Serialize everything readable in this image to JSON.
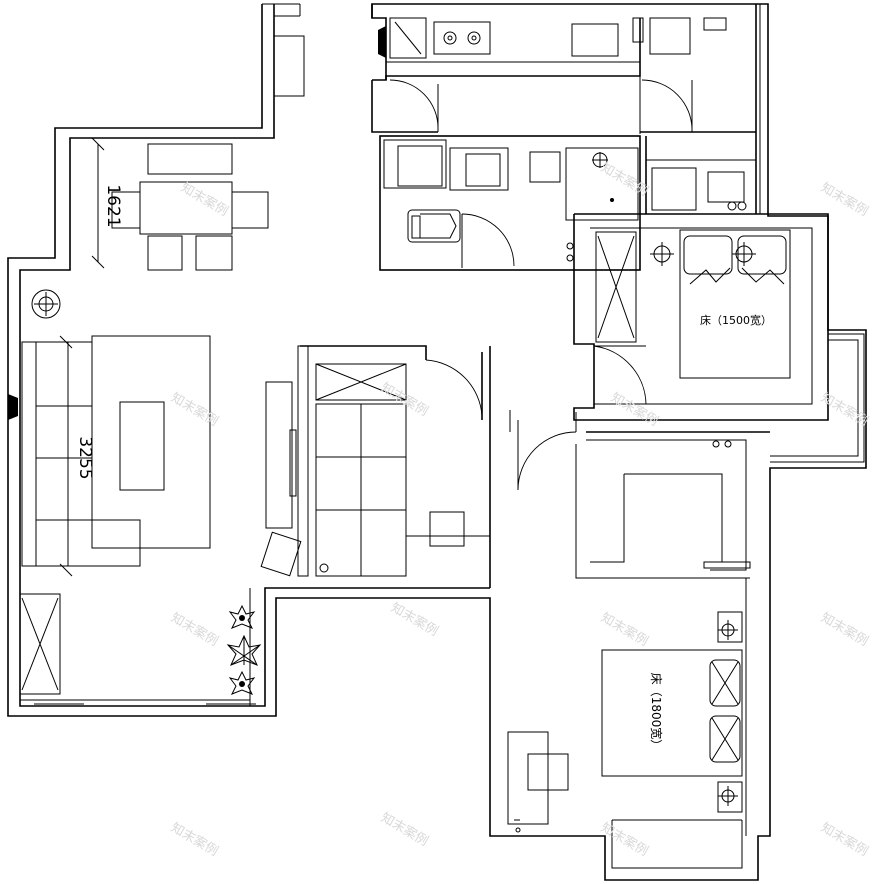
{
  "labels": {
    "master_bed": "床（1800宽）",
    "second_bed": "床（1500宽）",
    "dim_sofa": "3255",
    "dim_dining": "1621",
    "watermark": "知末案例"
  },
  "icons": {
    "stove": "gas-stove-icon",
    "fixture": "ceiling-light-icon",
    "plant": "potted-plant-icon"
  }
}
